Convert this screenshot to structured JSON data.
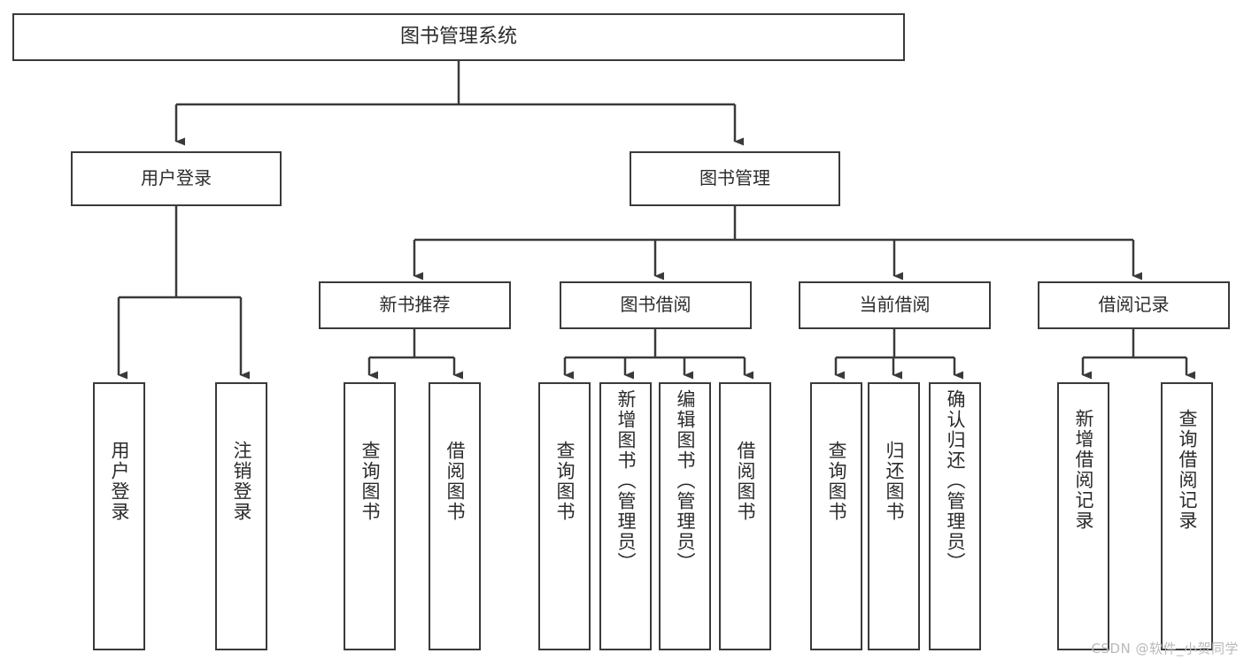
{
  "diagram": {
    "title": "图书管理系统",
    "type": "tree-hierarchy",
    "edge_color": "#3a3a3a",
    "node_border_color": "#3a3a3a",
    "node_fill_color": "#ffffff",
    "text_color": "#2b2b2b",
    "watermark": "CSDN @软件_小贺同学",
    "nodes": {
      "root": {
        "label": "图书管理系统"
      },
      "level1": [
        {
          "id": "user-login",
          "label": "用户登录"
        },
        {
          "id": "book-manage",
          "label": "图书管理"
        }
      ],
      "level2": [
        {
          "id": "new-book-recommend",
          "label": "新书推荐"
        },
        {
          "id": "book-borrow",
          "label": "图书借阅"
        },
        {
          "id": "current-borrow",
          "label": "当前借阅"
        },
        {
          "id": "borrow-record",
          "label": "借阅记录"
        }
      ],
      "leaves": {
        "user_login": [
          {
            "id": "leaf-user-login",
            "label": "用户登录"
          },
          {
            "id": "leaf-user-logout",
            "label": "注销登录"
          }
        ],
        "new_book_recommend": [
          {
            "id": "leaf-query-book-1",
            "label": "查询图书"
          },
          {
            "id": "leaf-borrow-book-1",
            "label": "借阅图书"
          }
        ],
        "book_borrow": [
          {
            "id": "leaf-query-book-2",
            "label": "查询图书"
          },
          {
            "id": "leaf-add-book",
            "label": "新增图书（管理员）"
          },
          {
            "id": "leaf-edit-book",
            "label": "编辑图书（管理员）"
          },
          {
            "id": "leaf-borrow-book-2",
            "label": "借阅图书"
          }
        ],
        "current_borrow": [
          {
            "id": "leaf-query-book-3",
            "label": "查询图书"
          },
          {
            "id": "leaf-return-book",
            "label": "归还图书"
          },
          {
            "id": "leaf-confirm-return",
            "label": "确认归还（管理员）"
          }
        ],
        "borrow_record": [
          {
            "id": "leaf-add-record",
            "label": "新增借阅记录"
          },
          {
            "id": "leaf-query-record",
            "label": "查询借阅记录"
          }
        ]
      }
    }
  }
}
